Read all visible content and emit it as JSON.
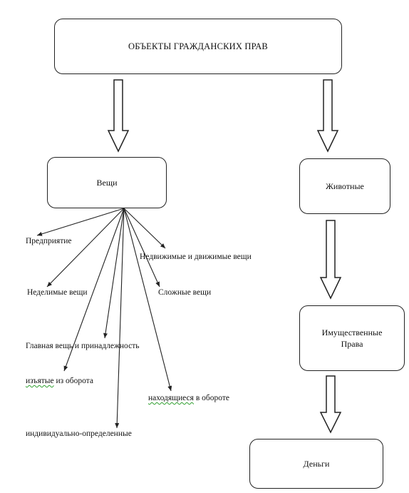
{
  "root": {
    "label": "ОБЪЕКТЫ ГРАЖДАНСКИХ ПРАВ"
  },
  "things": {
    "label": "Вещи",
    "types": [
      {
        "text_main": "Предприятие",
        "text_tail": ""
      },
      {
        "text_main": "Недвижимые и движимые вещи",
        "text_tail": ""
      },
      {
        "text_main": "Неделимые вещи",
        "text_tail": ""
      },
      {
        "text_main": "Сложные вещи",
        "text_tail": ""
      },
      {
        "text_main": "Главная вещь и принадлежность",
        "text_tail": ""
      },
      {
        "text_main": "изъятые",
        "text_tail": " из оборота"
      },
      {
        "text_main": "находящиеся",
        "text_tail": " в обороте"
      },
      {
        "text_main": "индивидуально-определенные",
        "text_tail": ""
      }
    ]
  },
  "animals": {
    "label": "Животные"
  },
  "property_rights": {
    "label_line1": "Имущественные",
    "label_line2": "Права"
  },
  "money": {
    "label": "Деньги"
  },
  "colors": {
    "stroke": "#222222",
    "spellcheck": "#2e9e2e",
    "background": "#ffffff"
  }
}
